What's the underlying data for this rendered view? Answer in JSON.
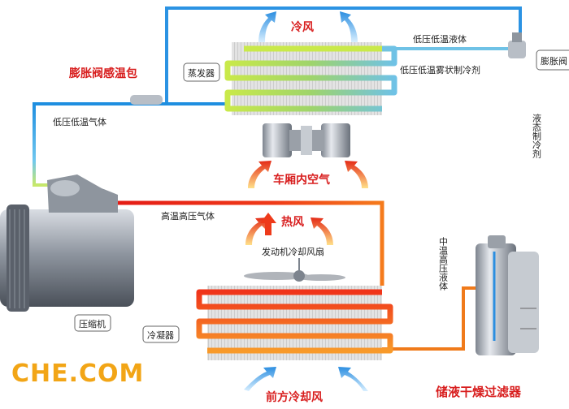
{
  "labels": {
    "cold_air": "冷风",
    "low_pressure_low_temp_liquid": "低压低温液体",
    "low_pressure_low_temp_mist": "低压低温雾状制冷剂",
    "expansion_valve": "膨胀阀",
    "expansion_valve_bulb": "膨胀阀感温包",
    "evaporator": "蒸发器",
    "low_pressure_low_temp_gas": "低压低温气体",
    "cabin_air": "车厢内空气",
    "high_temp_high_pressure_gas": "高温高压气体",
    "hot_air": "热风",
    "engine_fan": "发动机冷却风扇",
    "compressor": "压缩机",
    "condenser": "冷凝器",
    "mid_temp_high_pressure_liquid": "中温高压液体",
    "liquid_refrigerant": "液态制冷剂",
    "front_cooling_air": "前方冷却风",
    "receiver_drier": "储液干燥过滤器",
    "logo": "CHE.COM"
  },
  "colors": {
    "hot_line": "#e8271c",
    "warm_line": "#f07a1a",
    "cold_line": "#1e8ee0",
    "green_coil": "#a5d63a",
    "red_text": "#d81e1e",
    "logo": "#f2a516"
  }
}
